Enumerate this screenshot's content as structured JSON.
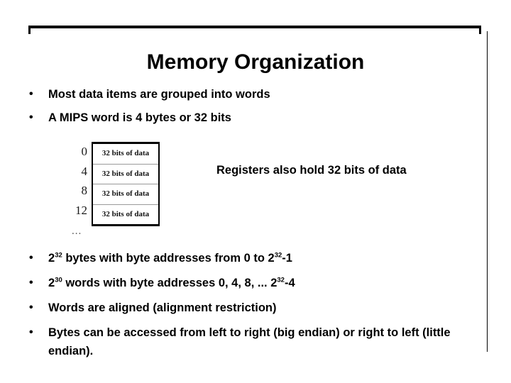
{
  "slide": {
    "title": "Memory Organization",
    "bullet_char": "•",
    "bullets_top": [
      {
        "text": "Most data items are grouped into words"
      },
      {
        "text": "A MIPS word is 4 bytes or 32 bits"
      }
    ],
    "bullets_bottom": [
      {
        "html": "2<sup>32</sup> bytes with byte addresses from 0 to 2<sup>32</sup>-1"
      },
      {
        "html": "2<sup>30</sup> words with byte addresses 0, 4, 8, ... 2<sup>32</sup>-4"
      },
      {
        "html": "Words are aligned (alignment restriction)"
      },
      {
        "html": "Bytes can be accessed from left to right (big endian) or right to left (little endian)."
      }
    ],
    "memory_diagram": {
      "addresses": [
        "0",
        "4",
        "8",
        "12"
      ],
      "cell_label": "32 bits of data",
      "rows": [
        {
          "address": "0",
          "label": "32 bits of data"
        },
        {
          "address": "4",
          "label": "32 bits of data"
        },
        {
          "address": "8",
          "label": "32 bits of data"
        },
        {
          "address": "12",
          "label": "32 bits of data"
        }
      ],
      "ellipsis": "..."
    },
    "side_note": "Registers also hold 32 bits of data",
    "colors": {
      "text": "#000000",
      "background": "#ffffff",
      "frame": "#000000",
      "cell_divider": "#9a9a9a"
    }
  }
}
